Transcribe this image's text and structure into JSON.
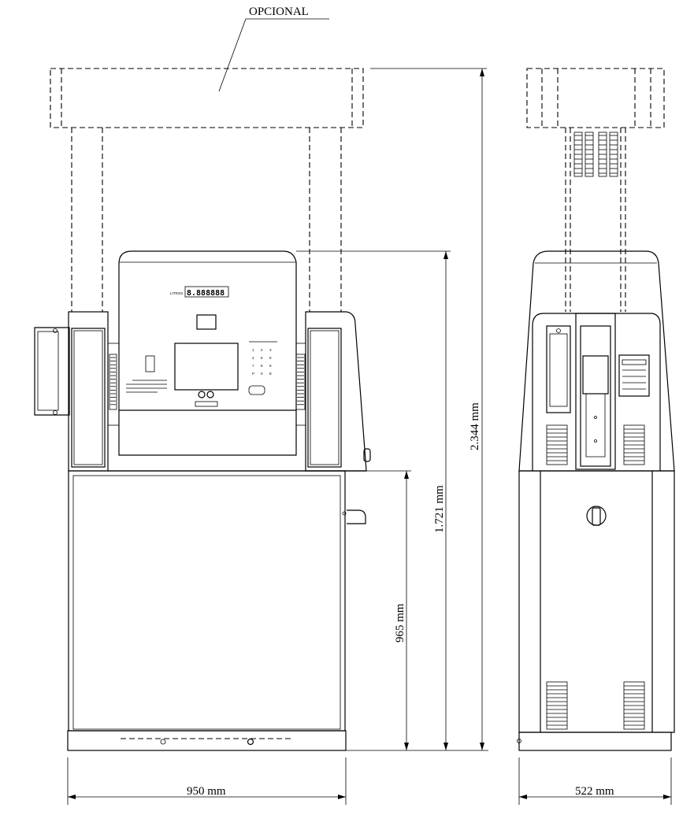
{
  "labels": {
    "optional": "OPCIONAL",
    "total_height": "2.344  mm",
    "body_height": "1.721  mm",
    "base_height": "965  mm",
    "front_width": "950  mm",
    "side_width": "522  mm"
  },
  "panel": {
    "display_label": "LITROS",
    "display_digits": "8.888888",
    "keypad_keys": [
      "1",
      "2",
      "3",
      "4",
      "5",
      "6",
      "7",
      "8",
      "9",
      "P",
      "0",
      "E"
    ]
  }
}
